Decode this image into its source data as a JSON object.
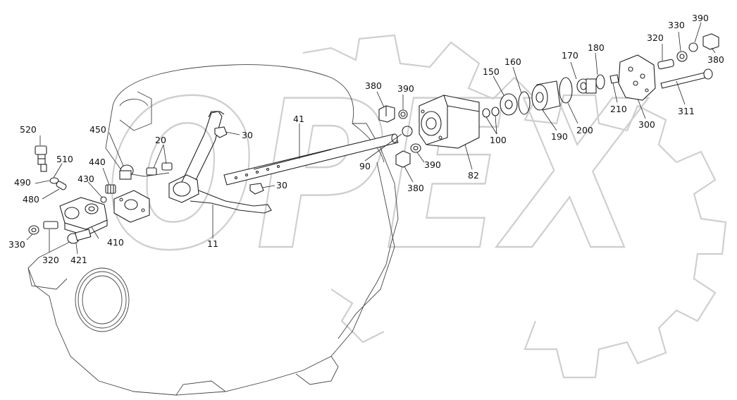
{
  "watermark": {
    "text": "OPEX",
    "stroke": "#cfcfcf"
  },
  "callouts": [
    {
      "id": "c520",
      "text": "520"
    },
    {
      "id": "c510",
      "text": "510"
    },
    {
      "id": "c490",
      "text": "490"
    },
    {
      "id": "c480",
      "text": "480"
    },
    {
      "id": "c450",
      "text": "450"
    },
    {
      "id": "c440",
      "text": "440"
    },
    {
      "id": "c430",
      "text": "430"
    },
    {
      "id": "c410",
      "text": "410"
    },
    {
      "id": "c421",
      "text": "421"
    },
    {
      "id": "c330a",
      "text": "330"
    },
    {
      "id": "c320a",
      "text": "320"
    },
    {
      "id": "c20",
      "text": "20"
    },
    {
      "id": "c30a",
      "text": "30"
    },
    {
      "id": "c30b",
      "text": "30"
    },
    {
      "id": "c11",
      "text": "11"
    },
    {
      "id": "c41",
      "text": "41"
    },
    {
      "id": "c90",
      "text": "90"
    },
    {
      "id": "c380a",
      "text": "380"
    },
    {
      "id": "c390a",
      "text": "390"
    },
    {
      "id": "c390b",
      "text": "390"
    },
    {
      "id": "c380b",
      "text": "380"
    },
    {
      "id": "c82",
      "text": "82"
    },
    {
      "id": "c100",
      "text": "100"
    },
    {
      "id": "c150",
      "text": "150"
    },
    {
      "id": "c160",
      "text": "160"
    },
    {
      "id": "c170",
      "text": "170"
    },
    {
      "id": "c180",
      "text": "180"
    },
    {
      "id": "c190",
      "text": "190"
    },
    {
      "id": "c200",
      "text": "200"
    },
    {
      "id": "c210",
      "text": "210"
    },
    {
      "id": "c300",
      "text": "300"
    },
    {
      "id": "c311",
      "text": "311"
    },
    {
      "id": "c320b",
      "text": "320"
    },
    {
      "id": "c330b",
      "text": "330"
    },
    {
      "id": "c390c",
      "text": "390"
    },
    {
      "id": "c380c",
      "text": "380"
    }
  ]
}
